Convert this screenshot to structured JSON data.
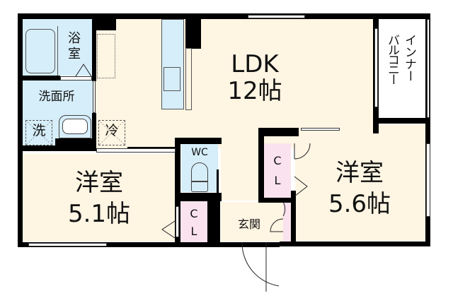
{
  "floor_plan": {
    "rooms": {
      "ldk": {
        "name": "LDK",
        "size": "12帖"
      },
      "western_room_left": {
        "name": "洋室",
        "size": "5.1帖"
      },
      "western_room_right": {
        "name": "洋室",
        "size": "5.6帖"
      },
      "bathroom": {
        "name_line1": "浴",
        "name_line2": "室"
      },
      "washroom": {
        "name": "洗面所"
      },
      "wc": {
        "name": "WC"
      },
      "closet_left": {
        "line1": "C",
        "line2": "L"
      },
      "closet_right": {
        "line1": "C",
        "line2": "L"
      },
      "entrance": {
        "name": "玄関"
      },
      "inner_balcony": {
        "col1": "インナー",
        "col2": "バルコニー"
      }
    },
    "fixtures": {
      "washer": "洗",
      "fridge": "冷"
    },
    "colors": {
      "room_fill": "#fff5e3",
      "wet_area_fill": "#d6eefa",
      "closet_fill": "#fae3ee",
      "wall": "#000000"
    }
  }
}
